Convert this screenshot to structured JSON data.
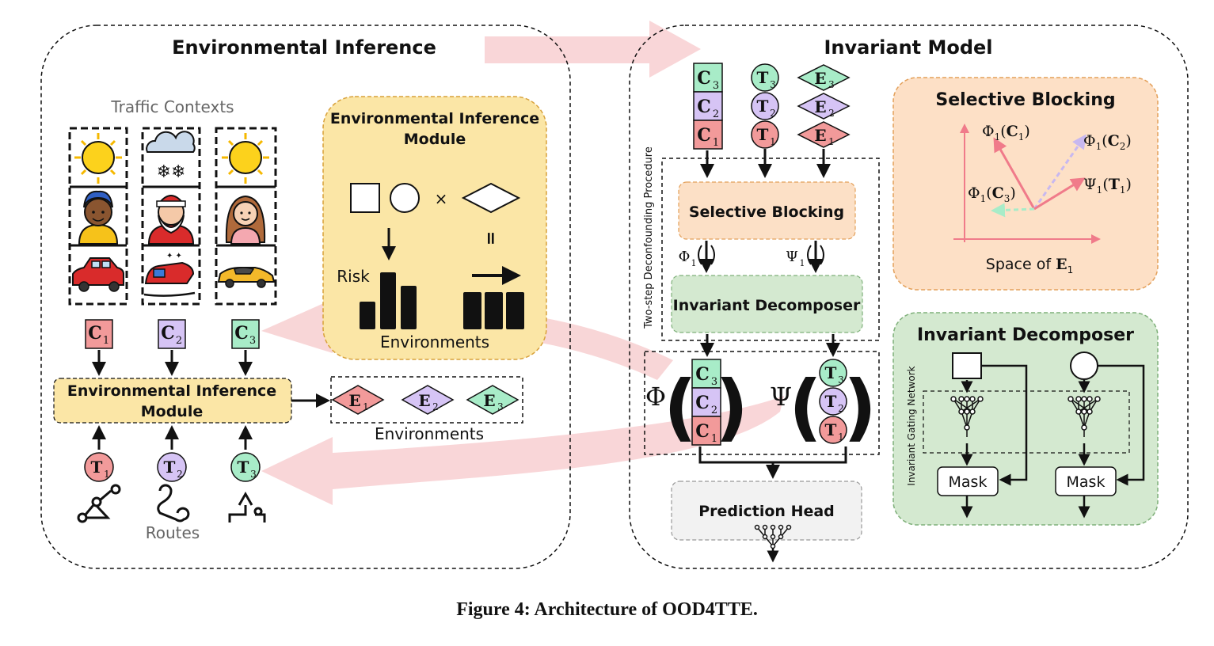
{
  "left_panel": {
    "title": "Environmental Inference",
    "traffic_contexts_label": "Traffic Contexts",
    "routes_label": "Routes",
    "context_icons": {
      "weather": [
        "sun-icon",
        "snow-cloud-icon",
        "sun-icon"
      ],
      "people": [
        "person-icon",
        "santa-icon",
        "girl-icon"
      ],
      "vehicles": [
        "car-icon",
        "sled-icon",
        "sports-car-icon"
      ]
    },
    "contexts": [
      {
        "letter": "C",
        "sub": "1",
        "color": "#f29a9a"
      },
      {
        "letter": "C",
        "sub": "2",
        "color": "#d6c4f5"
      },
      {
        "letter": "C",
        "sub": "3",
        "color": "#a8ecc8"
      }
    ],
    "routes": [
      {
        "letter": "T",
        "sub": "1",
        "color": "#f29a9a"
      },
      {
        "letter": "T",
        "sub": "2",
        "color": "#d6c4f5"
      },
      {
        "letter": "T",
        "sub": "3",
        "color": "#a8ecc8"
      }
    ],
    "inference_module_line1": "Environmental Inference",
    "inference_module_line2": "Module",
    "environments": [
      {
        "letter": "E",
        "sub": "1",
        "color": "#f29a9a"
      },
      {
        "letter": "E",
        "sub": "2",
        "color": "#d6c4f5"
      },
      {
        "letter": "E",
        "sub": "3",
        "color": "#a8ecc8"
      }
    ],
    "environments_label": "Environments",
    "module_detail": {
      "title_line1": "Environmental Inference",
      "title_line2": "Module",
      "times_symbol": "×",
      "equals_symbol": "=",
      "risk_label": "Risk",
      "environments_label": "Environments"
    }
  },
  "right_panel": {
    "title": "Invariant Model",
    "context_stack": [
      {
        "letter": "C",
        "sub": "3",
        "color": "#a8ecc8"
      },
      {
        "letter": "C",
        "sub": "2",
        "color": "#d6c4f5"
      },
      {
        "letter": "C",
        "sub": "1",
        "color": "#f29a9a"
      }
    ],
    "route_stack": [
      {
        "letter": "T",
        "sub": "3",
        "color": "#a8ecc8"
      },
      {
        "letter": "T",
        "sub": "2",
        "color": "#d6c4f5"
      },
      {
        "letter": "T",
        "sub": "1",
        "color": "#f29a9a"
      }
    ],
    "env_stack": [
      {
        "letter": "E",
        "sub": "3",
        "color": "#a8ecc8"
      },
      {
        "letter": "E",
        "sub": "2",
        "color": "#d6c4f5"
      },
      {
        "letter": "E",
        "sub": "1",
        "color": "#f29a9a"
      }
    ],
    "procedure_label": "Two-step Deconfounding Procedure",
    "selective_blocking_label": "Selective Blocking",
    "phi1_label": "Φ",
    "psi1_label": "Ψ",
    "label_sub": "1",
    "invariant_decomposer_label": "Invariant Decomposer",
    "phi_symbol": "Φ",
    "psi_symbol": "Ψ",
    "prediction_head_label": "Prediction Head"
  },
  "selective_blocking_panel": {
    "title": "Selective Blocking",
    "vectors": [
      {
        "func": "Φ",
        "sub": "1",
        "arg": "C",
        "arg_sub": "1",
        "color": "#f07b8a"
      },
      {
        "func": "Φ",
        "sub": "1",
        "arg": "C",
        "arg_sub": "2",
        "color": "#c8b8f0"
      },
      {
        "func": "Φ",
        "sub": "1",
        "arg": "C",
        "arg_sub": "3",
        "color": "#a8ecc8"
      },
      {
        "func": "Ψ",
        "sub": "1",
        "arg": "T",
        "arg_sub": "1",
        "color": "#f07b8a"
      }
    ],
    "axis_label_prefix": "Space of ",
    "axis_label_var": "E",
    "axis_label_sub": "1"
  },
  "invariant_decomposer_panel": {
    "title": "Invariant Decomposer",
    "gating_label": "Invariant Gating Network",
    "mask_left": "Mask",
    "mask_right": "Mask"
  },
  "caption": "Figure 4: Architecture of OOD4TTE."
}
